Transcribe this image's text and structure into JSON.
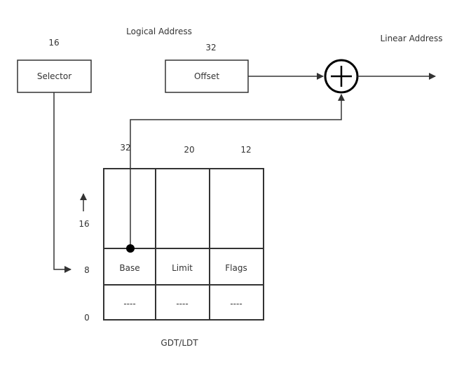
{
  "title": "Logical Address",
  "output_label": "Linear Address",
  "selector": {
    "label": "Selector",
    "bits": "16"
  },
  "offset": {
    "label": "Offset",
    "bits": "32"
  },
  "table": {
    "caption": "GDT/LDT",
    "column_bits": [
      "32",
      "20",
      "12"
    ],
    "columns": [
      "Base",
      "Limit",
      "Flags"
    ],
    "row_empty": [
      "----",
      "----",
      "----"
    ],
    "index_labels": {
      "top": "16",
      "mid": "8",
      "bottom": "0"
    }
  },
  "colors": {
    "stroke": "#333333",
    "background": "#ffffff"
  },
  "icons": {
    "adder": "plus-circle-icon",
    "direction": "up-arrow-icon"
  }
}
